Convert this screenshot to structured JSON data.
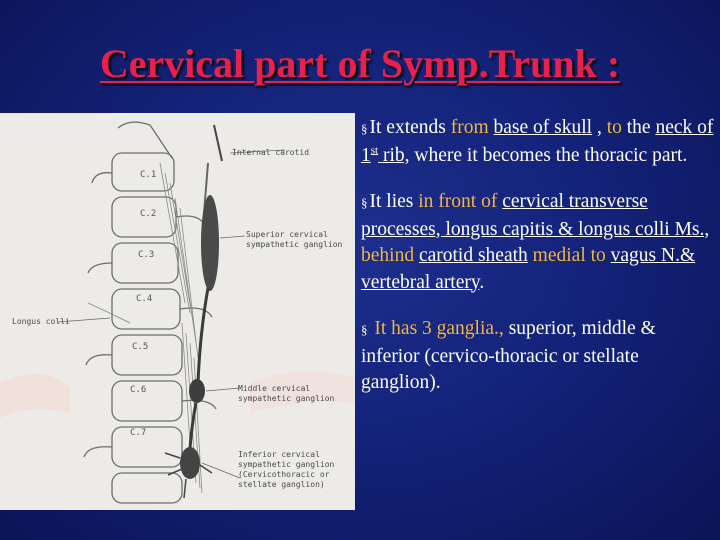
{
  "title": "Cervical part of Symp.Trunk :",
  "figure": {
    "vertebrae": [
      "C.1",
      "C.2",
      "C.3",
      "C.4",
      "C.5",
      "C.6",
      "C.7"
    ],
    "labels": {
      "internal_carotid": "Internal carotid",
      "superior_line1": "Superior cervical",
      "superior_line2": "sympathetic ganglion",
      "longus_colli": "Longus colli",
      "middle_line1": "Middle cervical",
      "middle_line2": "sympathetic ganglion",
      "inferior_line1": "Inferior cervical",
      "inferior_line2": "sympathetic ganglion",
      "inferior_line3": "(Cervicothoracic or",
      "inferior_line4": "stellate ganglion)"
    }
  },
  "bullets": [
    {
      "marker": "§",
      "segments": [
        {
          "text": "It extends ",
          "style": "plain"
        },
        {
          "text": "from",
          "style": "hl"
        },
        {
          "text": " ",
          "style": "plain"
        },
        {
          "text": "base of skull",
          "style": "u"
        },
        {
          "text": " , ",
          "style": "plain"
        },
        {
          "text": "to",
          "style": "hl"
        },
        {
          "text": " the ",
          "style": "plain"
        },
        {
          "text": "neck of 1",
          "style": "u"
        },
        {
          "text": "st",
          "style": "sup"
        },
        {
          "text": " rib,",
          "style": "u"
        },
        {
          "text": " where it becomes the thoracic part.",
          "style": "plain"
        }
      ]
    },
    {
      "marker": "§",
      "segments": [
        {
          "text": "It  lies ",
          "style": "plain"
        },
        {
          "text": "in front of",
          "style": "hl"
        },
        {
          "text": " ",
          "style": "plain"
        },
        {
          "text": "cervical transverse processes, longus capitis & longus colli Ms., ",
          "style": "u"
        },
        {
          "text": "behind",
          "style": "hl"
        },
        {
          "text": " ",
          "style": "plain"
        },
        {
          "text": "carotid sheath",
          "style": "u"
        },
        {
          "text": " ",
          "style": "plain"
        },
        {
          "text": "medial to",
          "style": "hl"
        },
        {
          "text": " ",
          "style": "plain"
        },
        {
          "text": "vagus N.& vertebral artery",
          "style": "u"
        },
        {
          "text": ".",
          "style": "plain"
        }
      ]
    },
    {
      "marker": "§",
      "segments": [
        {
          "text": " It has 3 ganglia.,",
          "style": "hl"
        },
        {
          "text": " superior, middle & inferior (cervico-thoracic or stellate ganglion).",
          "style": "plain"
        }
      ]
    }
  ]
}
